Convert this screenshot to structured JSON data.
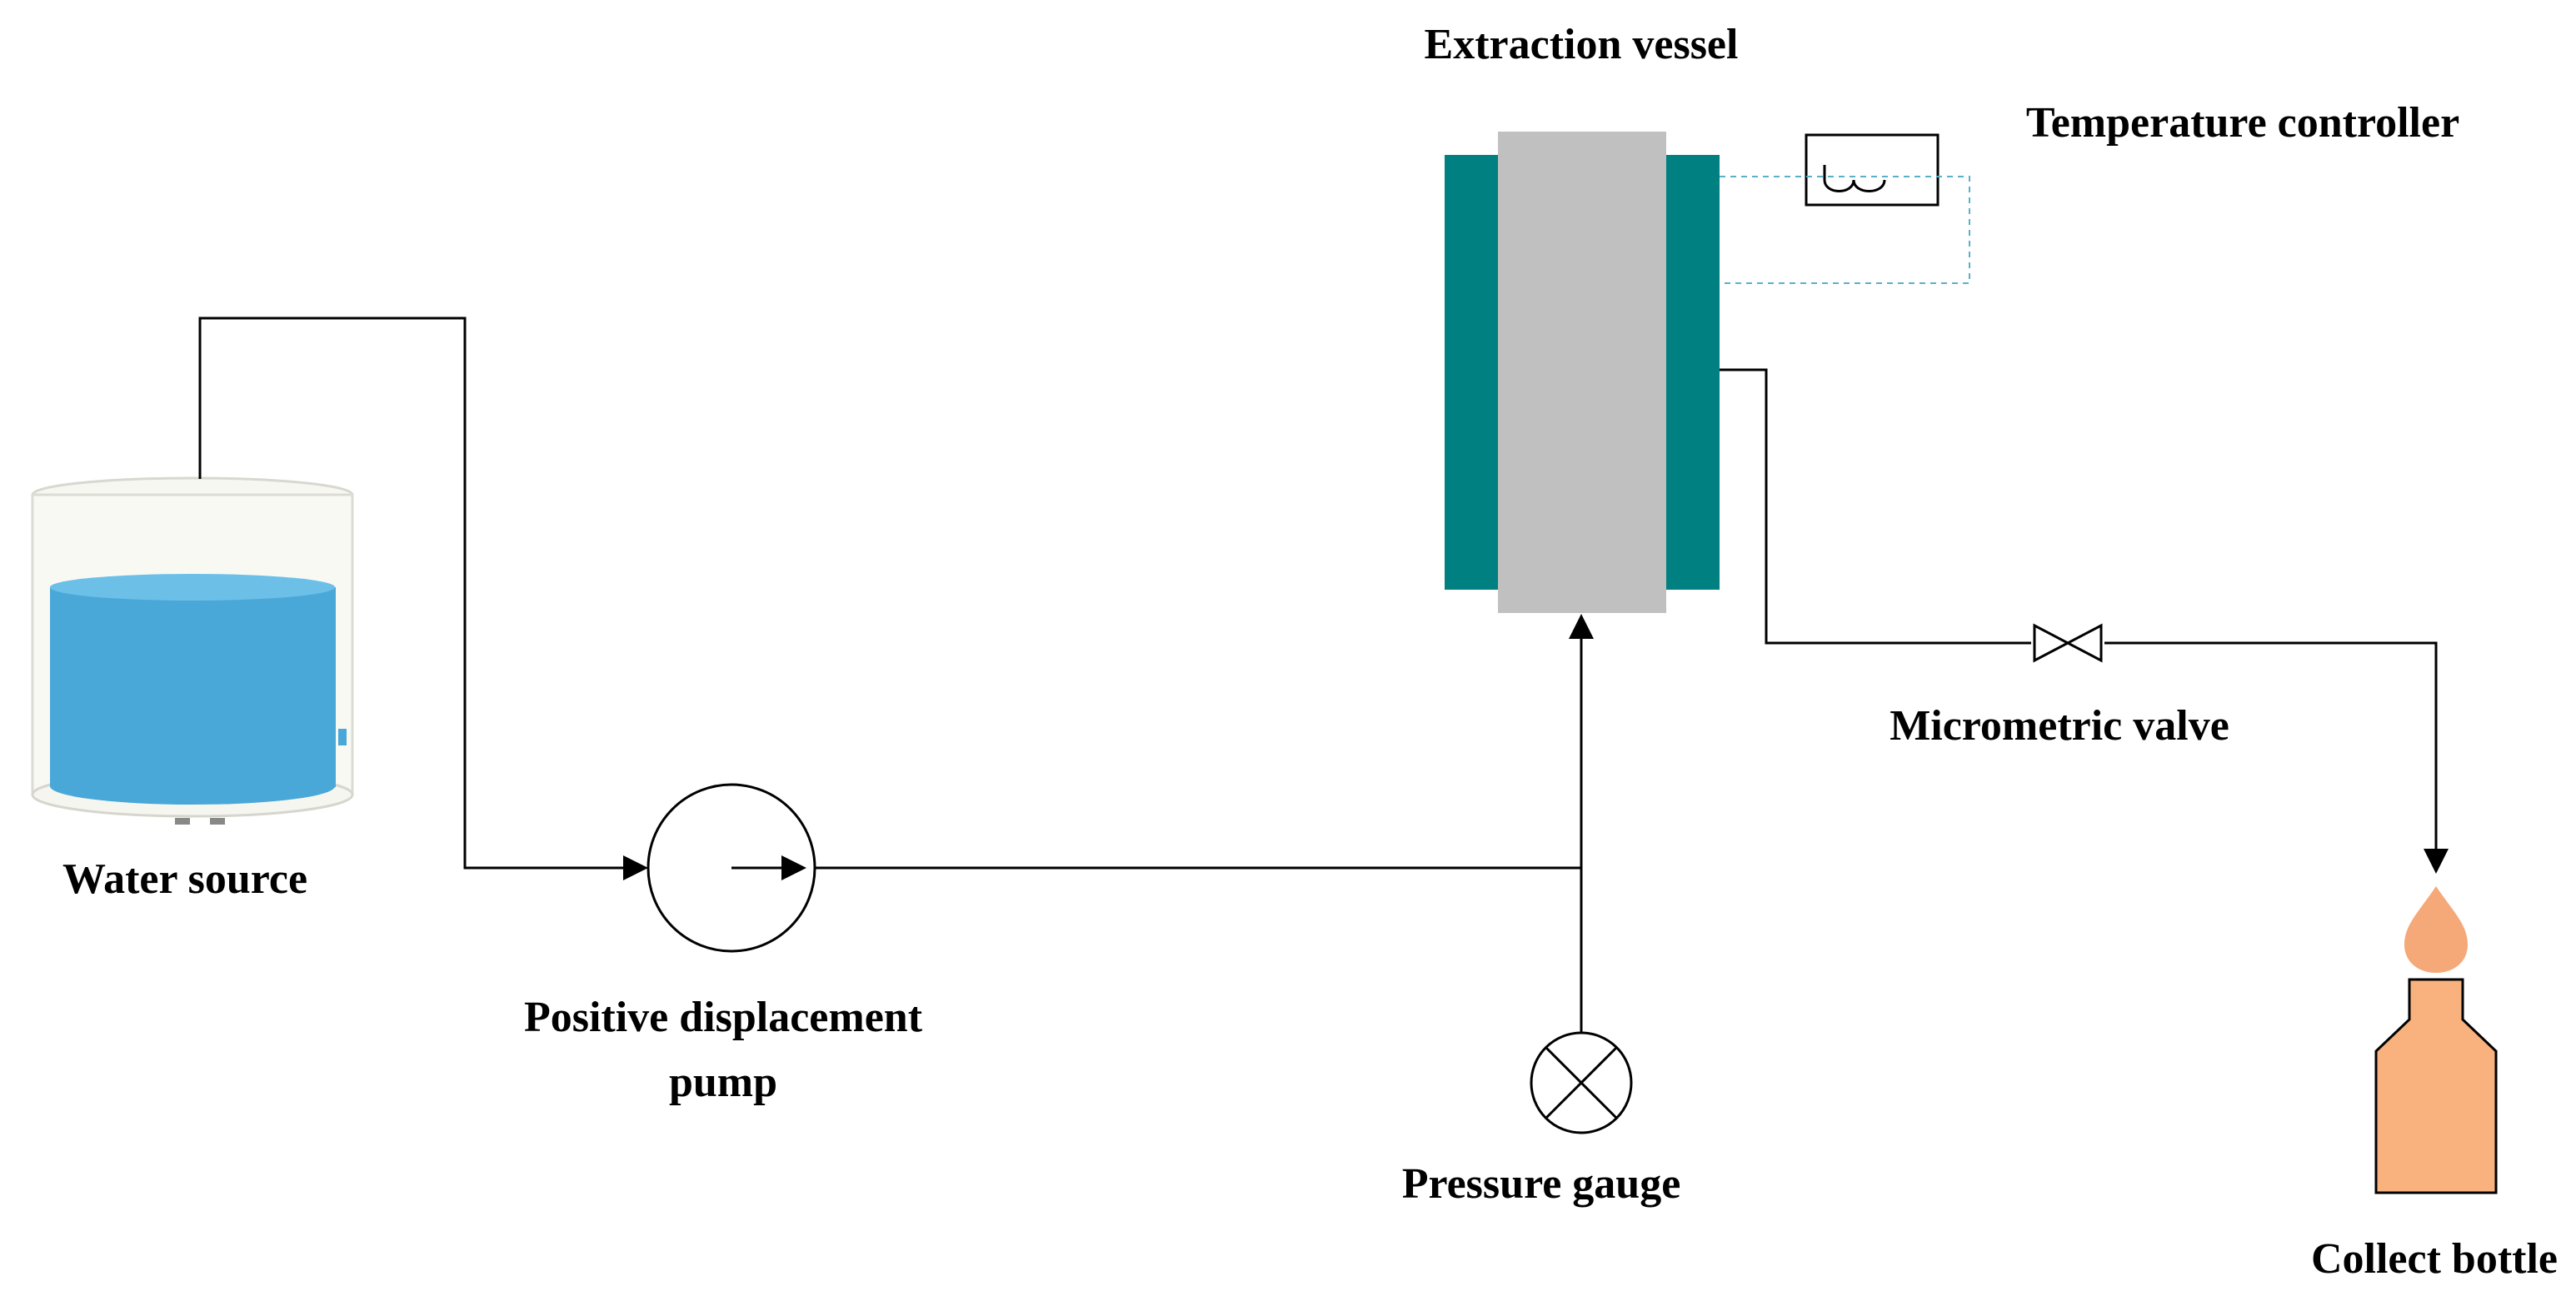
{
  "labels": {
    "water_source": "Water source",
    "pump_line1": "Positive displacement",
    "pump_line2": "pump",
    "pressure_gauge": "Pressure gauge",
    "extraction_vessel": "Extraction vessel",
    "temperature_controller": "Temperature controller",
    "micrometric_valve": "Micrometric valve",
    "collect_bottle": "Collect bottle"
  },
  "colors": {
    "line": "#000000",
    "water": "#4aa8d8",
    "vessel_core": "#c0c0c0",
    "vessel_jacket": "#008080",
    "control_wire": "#5ab0c8",
    "drop": "#f5a878",
    "bottle": "#f9b27d"
  }
}
